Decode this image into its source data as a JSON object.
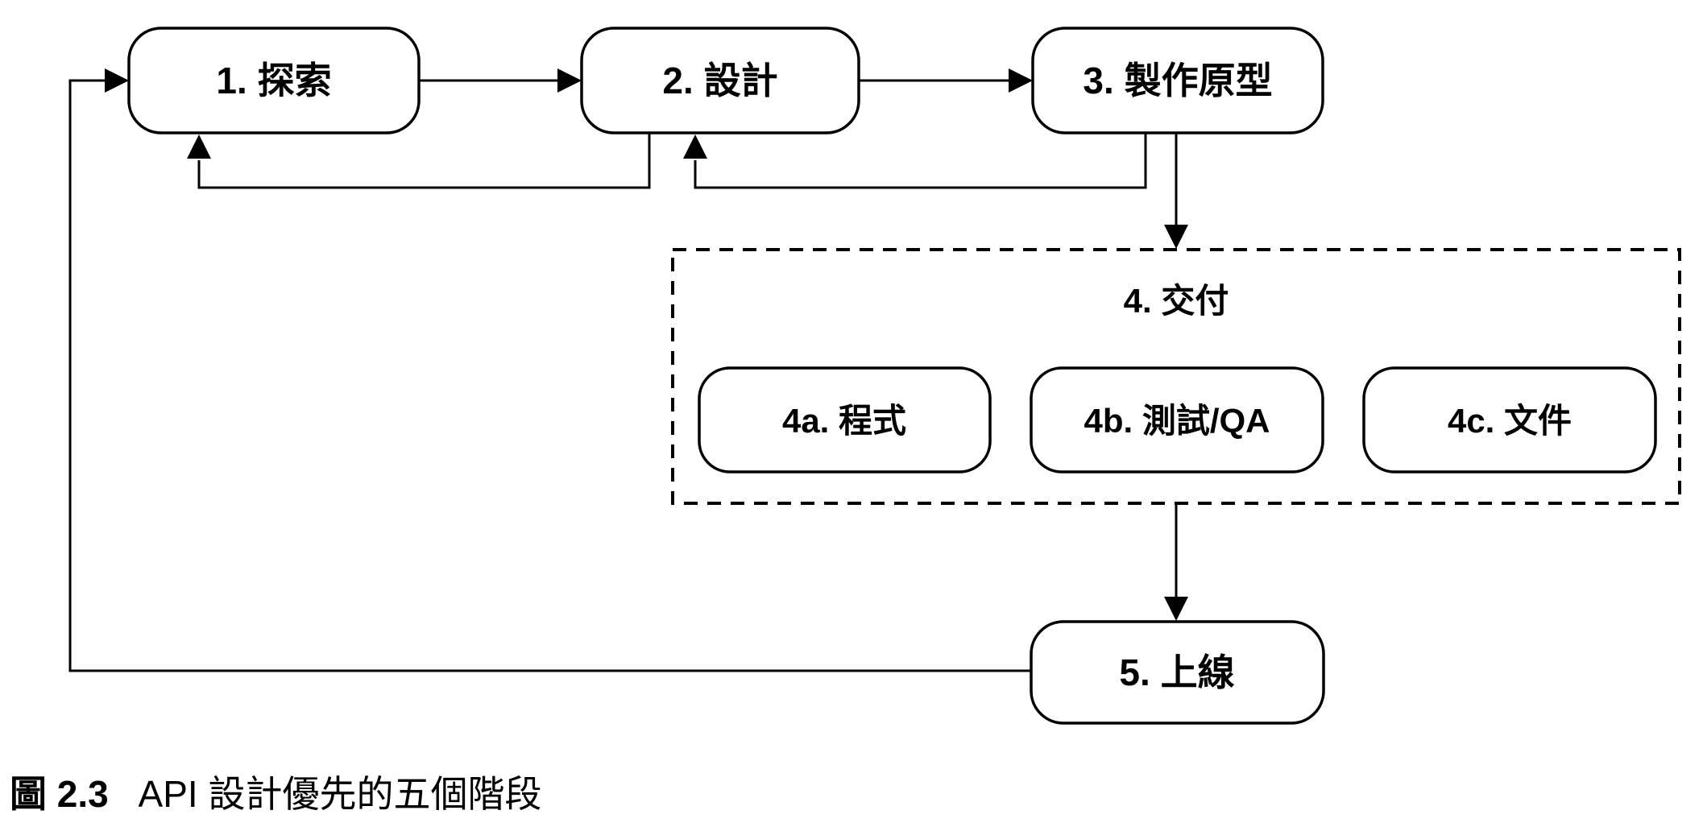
{
  "diagram": {
    "nodes": {
      "phase1": {
        "label": "1. 探索"
      },
      "phase2": {
        "label": "2. 設計"
      },
      "phase3": {
        "label": "3. 製作原型"
      },
      "phase4": {
        "label": "4. 交付"
      },
      "phase4a": {
        "label": "4a. 程式"
      },
      "phase4b": {
        "label": "4b. 測試/QA"
      },
      "phase4c": {
        "label": "4c. 文件"
      },
      "phase5": {
        "label": "5. 上線"
      }
    },
    "edges": [
      "phase1->phase2",
      "phase2->phase3",
      "phase3->phase4",
      "phase4->phase5",
      "phase2->phase1-feedback",
      "phase3->phase2-feedback",
      "phase5->phase1-loop"
    ],
    "caption": {
      "figure_label": "圖 2.3",
      "title": "API 設計優先的五個階段"
    },
    "colors": {
      "stroke": "#000000",
      "background": "#ffffff"
    }
  }
}
